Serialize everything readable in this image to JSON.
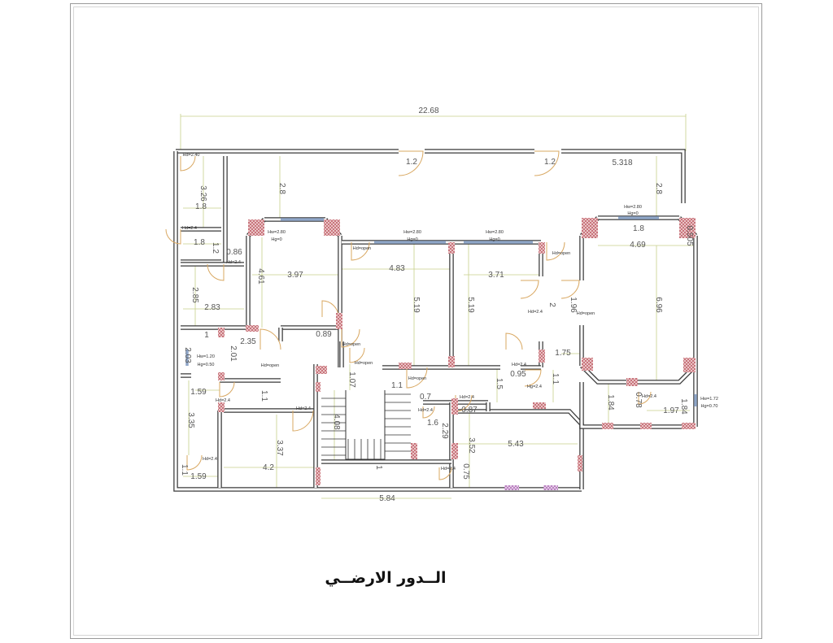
{
  "drawing": {
    "title": "الــدور الارضــي",
    "colors": {
      "wall": "#3a3a3a",
      "dimension": "#c7cf8a",
      "door": "#d9a862",
      "hatch": "#c0606a",
      "window": "#8fa6c8"
    },
    "dimensions": [
      "22.68",
      "1.2",
      "1.2",
      "5.318",
      "2.8",
      "2.8",
      "3.26",
      "1.8",
      "1.8",
      "1.2",
      "0.86",
      "4.61",
      "3.97",
      "2.85",
      "2.83",
      "4.83",
      "5.19",
      "3.71",
      "5.19",
      "2",
      "1.96",
      "1.8",
      "4.69",
      "6.96",
      "0.505",
      "0.89",
      "1",
      "2.35",
      "2.03",
      "2.01",
      "1.75",
      "0.95",
      "1.5",
      "1.1",
      "1.07",
      "1.1",
      "0.7",
      "0.87",
      "1.59",
      "1.1",
      "3.35",
      "4.08",
      "1.6",
      "2.29",
      "3.52",
      "5.43",
      "1.84",
      "0.78",
      "1.97",
      "1.84",
      "3.37",
      "4.2",
      "1",
      "0.75",
      "1.1",
      "1.59",
      "5.84"
    ],
    "annotations": [
      "Hd=2.40",
      "Hd=2.4",
      "Hd=2.4",
      "Hw=2.80",
      "Hg=0",
      "Hd=open",
      "Hw=2.80",
      "Hg=0",
      "Hw=2.80",
      "Hg=0",
      "Hd=open",
      "Hw=2.80",
      "Hg=0",
      "Hd=2.4",
      "Hd=open",
      "Hd=open",
      "Hw=1.20",
      "Hg=0.50",
      "Hd=open",
      "Hd=open",
      "Hd=open",
      "Hd=2.4",
      "Hg=2.4",
      "Hd=2.4",
      "Hd=2.4",
      "Hd=2.4",
      "Hd=2.4",
      "Hd=2.4",
      "Hw=1.72",
      "Hg=0.70",
      "Hd=2.4",
      "Hd=2.4"
    ]
  }
}
